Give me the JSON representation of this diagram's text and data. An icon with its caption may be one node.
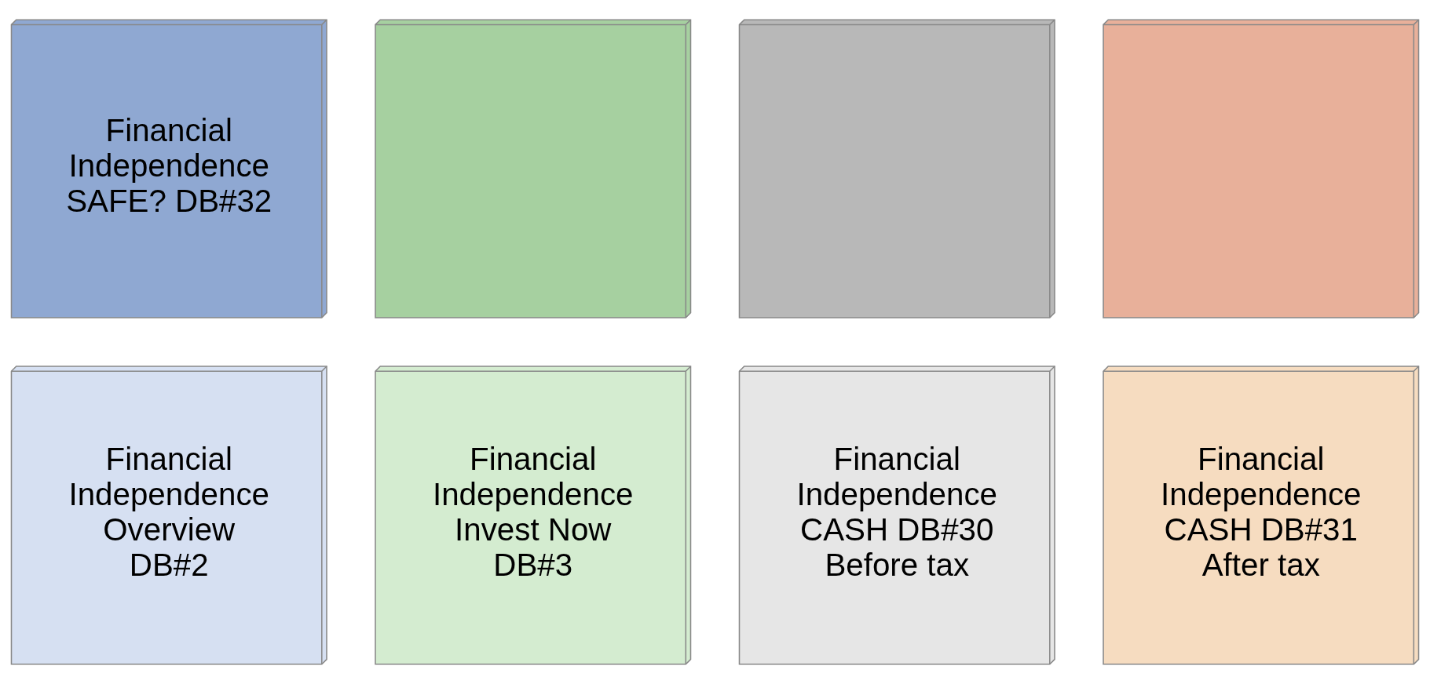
{
  "diagram": {
    "nodes": [
      {
        "text": [
          "Financial Independence SAFE? DB#32"
        ]
      },
      {
        "text": [],
        "shape": "box"
      },
      {
        "text": [],
        "shape": "box"
      },
      {
        "text": [],
        "shape": "box"
      },
      {
        "text": [
          "Financial Independence Overview DB#2"
        ]
      },
      {
        "text": [
          "Financial Independence Invest Now DB#3"
        ]
      },
      {
        "text": [
          "Financial Independence CASH DB#30 Before tax"
        ]
      },
      {
        "text": [
          "Financial Independence CASH DB#31 After tax"
        ]
      }
    ]
  }
}
